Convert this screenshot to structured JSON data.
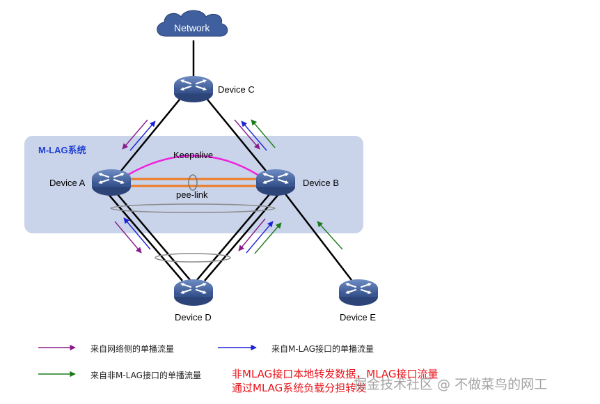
{
  "cloud": {
    "label": "Network"
  },
  "mlag": {
    "title": "M-LAG系统"
  },
  "devices": {
    "c": "Device C",
    "a": "Device A",
    "b": "Device B",
    "d": "Device D",
    "e": "Device E"
  },
  "links": {
    "keepalive": "Keepalive",
    "peer_link": "pee-link"
  },
  "legend": [
    {
      "text": "来自网络侧的单播流量",
      "color": "#8a1a8a"
    },
    {
      "text": "来自M-LAG接口的单播流量",
      "color": "#1d22d6"
    },
    {
      "text": "来自非M-LAG接口的单播流量",
      "color": "#1a7a1a"
    }
  ],
  "note": {
    "line1": "非MLAG接口本地转发数据，MLAG接口流量",
    "line2": "通过MLAG系统负载分担转发"
  },
  "watermark": "掘金技术社区 @ 不做菜鸟的网工",
  "colors": {
    "device_fill": "#3f5f9e",
    "mlag_region": "#c9d3ea",
    "keepalive": "#ee22dd",
    "peer_link": "#f07a1e",
    "network_flow": "#8a1a8a",
    "mlag_flow": "#1d22d6",
    "non_mlag_flow": "#1a7a1a"
  }
}
